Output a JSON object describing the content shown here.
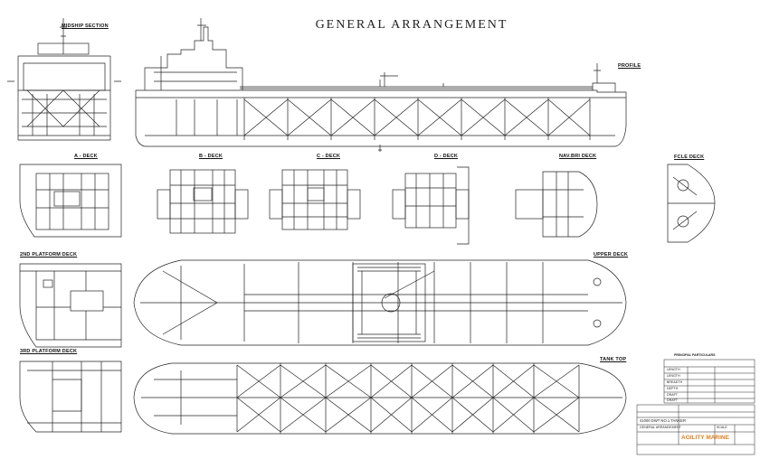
{
  "drawing": {
    "title": "GENERAL ARRANGEMENT",
    "views": {
      "midship": "MIDSHIP SECTION",
      "profile": "PROFILE",
      "a_deck": "A - DECK",
      "b_deck": "B - DECK",
      "c_deck": "C - DECK",
      "d_deck": "D - DECK",
      "nav_bri_deck": "NAV.BRI DECK",
      "fcle_deck": "FCLE DECK",
      "platform2": "2ND PLATFORM DECK",
      "platform3": "3RD PLATFORM DECK",
      "upper_deck": "UPPER DECK",
      "tank_top": "TANK TOP"
    },
    "particulars": {
      "heading": "PRINCIPAL PARTICULARS",
      "rows": [
        "LENGTH",
        "LENGTH",
        "BREADTH",
        "DEPTH",
        "DRAFT",
        "DRAFT"
      ]
    },
    "title_block": {
      "vessel": "41000 DWT  NO.1 TANKER",
      "drawing_name": "GENERAL ARRANGEMENT",
      "company": "AGILITY MARINE",
      "scale_label": "SCALE"
    }
  }
}
